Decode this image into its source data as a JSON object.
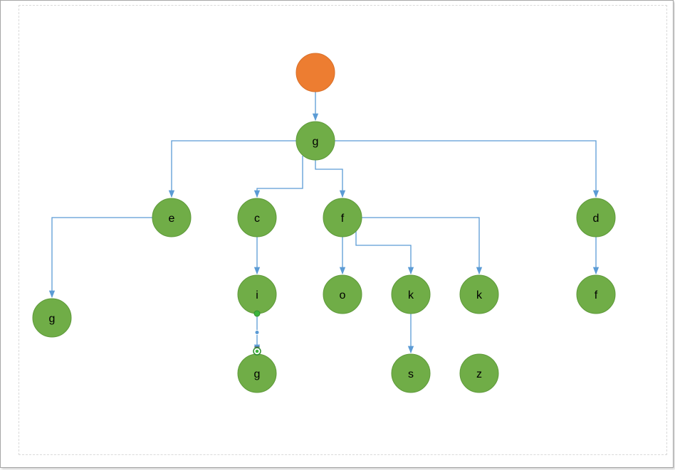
{
  "colors": {
    "root_fill": "#ED7D31",
    "root_stroke": "#D97029",
    "node_fill": "#70AD47",
    "node_stroke": "#5E9A3A",
    "connector": "#5B9BD5",
    "handle_green": "#3CB43C",
    "handle_blue": "#5B9BD5"
  },
  "nodes": [
    {
      "id": "root",
      "label": ""
    },
    {
      "id": "n-g",
      "label": "g"
    },
    {
      "id": "n-e",
      "label": "e"
    },
    {
      "id": "n-c",
      "label": "c"
    },
    {
      "id": "n-f",
      "label": "f"
    },
    {
      "id": "n-d",
      "label": "d"
    },
    {
      "id": "n-eg",
      "label": "g"
    },
    {
      "id": "n-i",
      "label": "i"
    },
    {
      "id": "n-o",
      "label": "o"
    },
    {
      "id": "n-k1",
      "label": "k"
    },
    {
      "id": "n-k2",
      "label": "k"
    },
    {
      "id": "n-df",
      "label": "f"
    },
    {
      "id": "n-ig",
      "label": "g"
    },
    {
      "id": "n-s",
      "label": "s"
    },
    {
      "id": "n-z",
      "label": "z"
    }
  ],
  "edges": [
    {
      "from": "root",
      "to": "n-g"
    },
    {
      "from": "n-g",
      "to": "n-e"
    },
    {
      "from": "n-g",
      "to": "n-c"
    },
    {
      "from": "n-g",
      "to": "n-f"
    },
    {
      "from": "n-g",
      "to": "n-d"
    },
    {
      "from": "n-e",
      "to": "n-eg"
    },
    {
      "from": "n-c",
      "to": "n-i"
    },
    {
      "from": "n-f",
      "to": "n-o"
    },
    {
      "from": "n-f",
      "to": "n-k1"
    },
    {
      "from": "n-f",
      "to": "n-k2"
    },
    {
      "from": "n-d",
      "to": "n-df"
    },
    {
      "from": "n-i",
      "to": "n-ig"
    },
    {
      "from": "n-k1",
      "to": "n-s"
    }
  ],
  "selected_edge": {
    "from": "n-i",
    "to": "n-ig"
  }
}
